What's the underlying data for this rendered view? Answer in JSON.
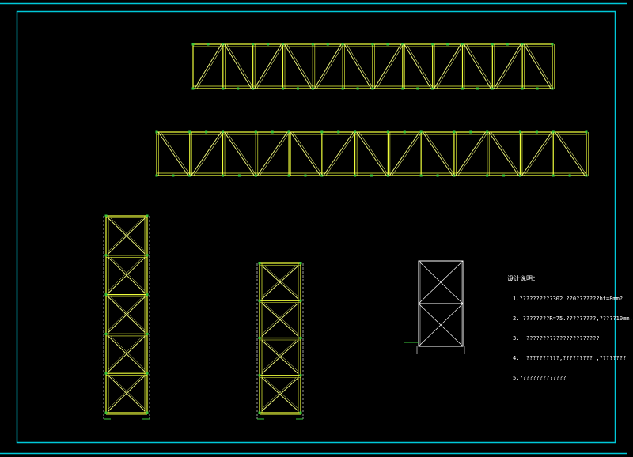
{
  "colors": {
    "background": "#000000",
    "frame": "#00c8d8",
    "truss": "#f0ff3c",
    "diagonal": "#e8f078",
    "node": "#3cc83c",
    "panel_line": "#ffffff",
    "text": "#ffffff"
  },
  "notes": {
    "title": "设计说明：",
    "lines": [
      "1.??????????302 ??0???????ht=8mm?",
      "2. ????????R=75.?????????,?????10mm.",
      "3.  ??????????????????????",
      "4.  ??????????,????????? ,????????",
      "5.??????????????"
    ]
  },
  "drawings": {
    "top_truss": {
      "panels": 12
    },
    "middle_truss": {
      "panels": 13
    },
    "left_tower": {
      "panels": 5
    },
    "middle_tower": {
      "panels": 4
    },
    "small_panel": {
      "panels": 2
    }
  }
}
